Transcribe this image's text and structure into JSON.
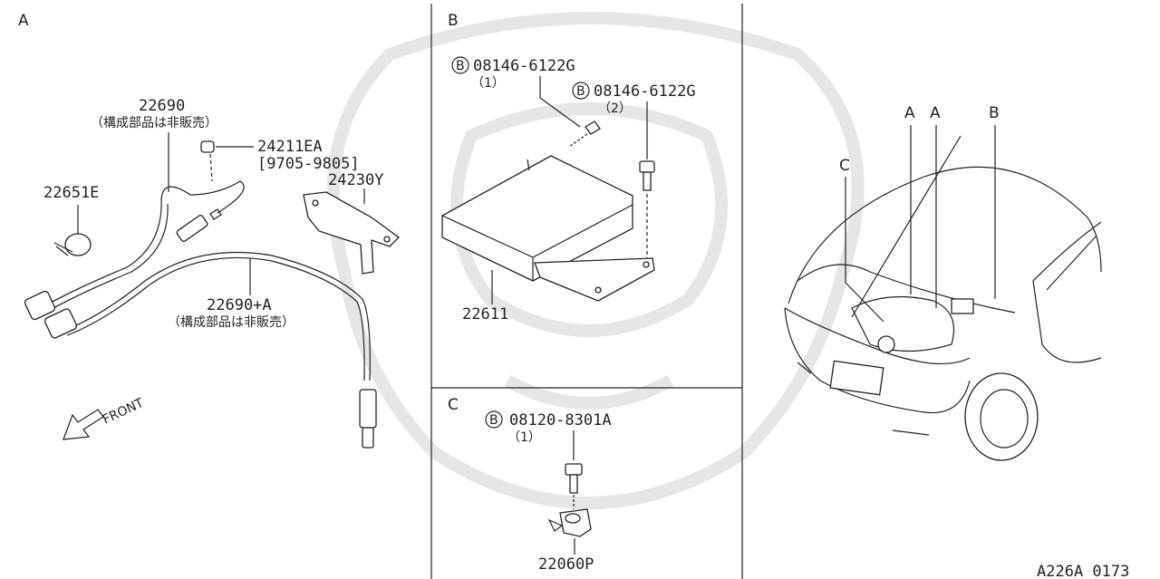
{
  "sections": {
    "a": "A",
    "b": "B",
    "c": "C"
  },
  "section_a": {
    "sensor_main": {
      "number": "22690",
      "note": "（構成部品は非販売）"
    },
    "sensor_plug": {
      "number": "24211EA",
      "range": "[9705-9805]"
    },
    "bracket": {
      "number": "24230Y"
    },
    "clip": {
      "number": "22651E"
    },
    "sensor_sub": {
      "number": "22690+A",
      "note": "（構成部品は非販売）"
    },
    "front_label": "FRONT"
  },
  "section_b": {
    "bolt_1": {
      "badge": "B",
      "number": "08146-6122G",
      "qty": "（1）"
    },
    "bolt_2": {
      "badge": "B",
      "number": "08146-6122G",
      "qty": "（2）"
    },
    "ecu": {
      "number": "22611"
    }
  },
  "section_c": {
    "bolt": {
      "badge": "B",
      "number": "08120-8301A",
      "qty": "（1）"
    },
    "knock_sensor": {
      "number": "22060P"
    }
  },
  "vehicle": {
    "callout_a1": "A",
    "callout_a2": "A",
    "callout_b": "B",
    "callout_c": "C"
  },
  "diagram_id": "A226A 0173"
}
